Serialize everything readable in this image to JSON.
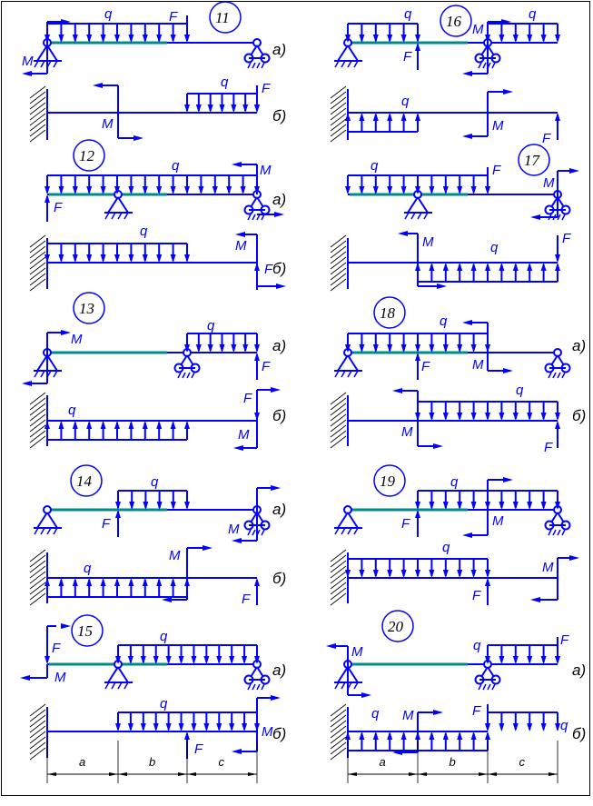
{
  "colors": {
    "load": "#0000ff",
    "beam": "#0000ff",
    "span_highlight": "#008b8b",
    "text": "#000000"
  },
  "labels": {
    "case_a": "а)",
    "case_b": "б)",
    "q": "q",
    "F": "F",
    "M": "M"
  },
  "dimensions": {
    "a": "a",
    "b": "b",
    "c": "c"
  },
  "schemes": [
    {
      "number": "11",
      "column": "left",
      "row": 0,
      "a": {
        "q": "a-b down",
        "F": "end of b, down",
        "M": "at left support",
        "supports": "pin left, roller right"
      },
      "b": {
        "q": "c down",
        "F": "free end, down",
        "M": "at a/b"
      }
    },
    {
      "number": "12",
      "column": "left",
      "row": 1,
      "a": {
        "q": "full down",
        "F": "left end, up",
        "M": "at right support",
        "supports": "pin at a, roller right"
      },
      "b": {
        "q": "a-b down",
        "F": "free end, up",
        "M": "free end"
      }
    },
    {
      "number": "13",
      "column": "left",
      "row": 2,
      "a": {
        "q": "c down",
        "F": "end, up",
        "M": "at left support",
        "supports": "pin left, roller at b"
      },
      "b": {
        "q": "a-b up",
        "F": "free end, down",
        "M": "free end"
      }
    },
    {
      "number": "14",
      "column": "left",
      "row": 3,
      "a": {
        "q": "b down",
        "F": "at a, up",
        "M": "at right support",
        "supports": "pin left, roller right"
      },
      "b": {
        "q": "a-b up",
        "F": "free end, up",
        "M": "at b/c"
      }
    },
    {
      "number": "15",
      "column": "left",
      "row": 4,
      "a": {
        "q": "b-c down",
        "F": "left end, down",
        "M": "left end",
        "supports": "pin at a, roller right"
      },
      "b": {
        "q": "b-c down",
        "F": "at b/c, up",
        "M": "free end"
      }
    },
    {
      "number": "16",
      "column": "right",
      "row": 0,
      "a": {
        "q": "a down; overhang c down",
        "F": "at a, up",
        "M": "at right support",
        "supports": "pin left, roller at b"
      },
      "b": {
        "q": "a up",
        "F": "free end, up",
        "M": "at b/c"
      }
    },
    {
      "number": "17",
      "column": "right",
      "row": 1,
      "a": {
        "q": "a-b down",
        "F": "at b/c, down",
        "M": "at right support",
        "supports": "pin at a, roller right"
      },
      "b": {
        "q": "b-c up",
        "F": "free end, down",
        "M": "at a/b"
      }
    },
    {
      "number": "18",
      "column": "right",
      "row": 2,
      "a": {
        "q": "a-b down",
        "F": "at a, up",
        "M": "at b/c",
        "supports": "pin left, roller right"
      },
      "b": {
        "q": "b-c down",
        "F": "free end, up",
        "M": "at a/b"
      }
    },
    {
      "number": "19",
      "column": "right",
      "row": 3,
      "a": {
        "q": "b-c down",
        "F": "at a, up",
        "M": "at b/c",
        "supports": "pin left, roller right"
      },
      "b": {
        "q": "a-b down",
        "F": "at b/c, up",
        "M": "free end"
      }
    },
    {
      "number": "20",
      "column": "right",
      "row": 4,
      "a": {
        "q": "c down",
        "F": "end, down",
        "M": "at left support",
        "supports": "pin left, roller at b"
      },
      "b": {
        "q": "a-b up; c down",
        "F": "at b/c, down",
        "M": "at a/b"
      }
    }
  ]
}
